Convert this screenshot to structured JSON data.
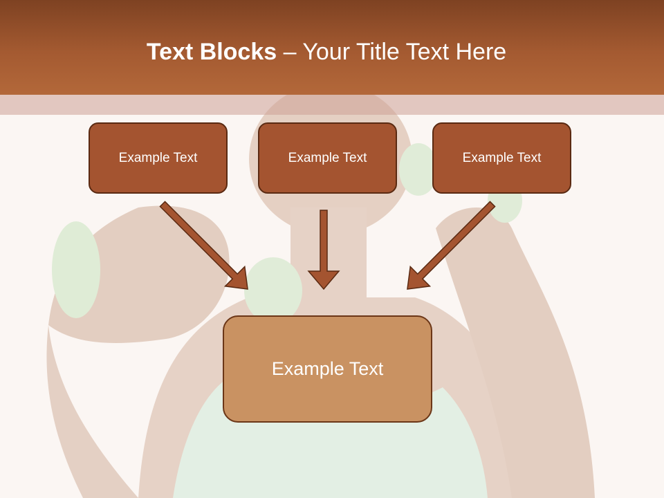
{
  "slide": {
    "title_bold": "Text Blocks",
    "title_separator": " – ",
    "title_rest": "Your Title Text Here",
    "blocks": [
      {
        "label": "Example Text"
      },
      {
        "label": "Example Text"
      },
      {
        "label": "Example Text"
      }
    ],
    "main_block": {
      "label": "Example Text"
    }
  },
  "colors": {
    "header": "#a45a31",
    "block_fill": "#a45430",
    "main_block_fill": "#c99262",
    "arrow_fill": "#a45430",
    "outline": "#5a2a12"
  },
  "icons": {
    "background": "faded-photo-woman-with-dumbbells",
    "arrows": "arrow-icon"
  }
}
